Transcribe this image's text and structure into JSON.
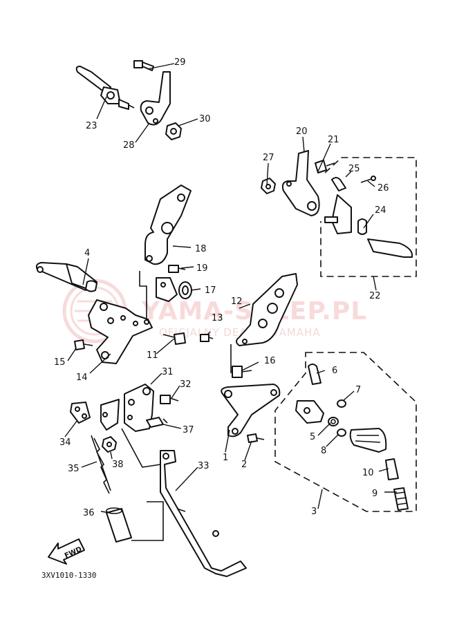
{
  "diagram": {
    "callouts": {
      "c1": "1",
      "c2": "2",
      "c3": "3",
      "c4": "4",
      "c5": "5",
      "c6": "6",
      "c7": "7",
      "c8": "8",
      "c9": "9",
      "c10": "10",
      "c11": "11",
      "c12": "12",
      "c13": "13",
      "c14": "14",
      "c15": "15",
      "c16": "16",
      "c17": "17",
      "c18": "18",
      "c19": "19",
      "c20": "20",
      "c21": "21",
      "c22": "22",
      "c23": "23",
      "c24": "24",
      "c25": "25",
      "c26": "26",
      "c27": "27",
      "c28": "28",
      "c29": "29",
      "c30": "30",
      "c31": "31",
      "c32": "32",
      "c33": "33",
      "c34": "34",
      "c35": "35",
      "c36": "36",
      "c37": "37",
      "c38": "38"
    },
    "fwd_label": "FWD",
    "diagram_code": "3XV1010-1330"
  },
  "watermark": {
    "main": "YAMA-SKLEP.PL",
    "sub": "OFICJALNY DEALER YAMAHA",
    "color": "#d62020"
  }
}
